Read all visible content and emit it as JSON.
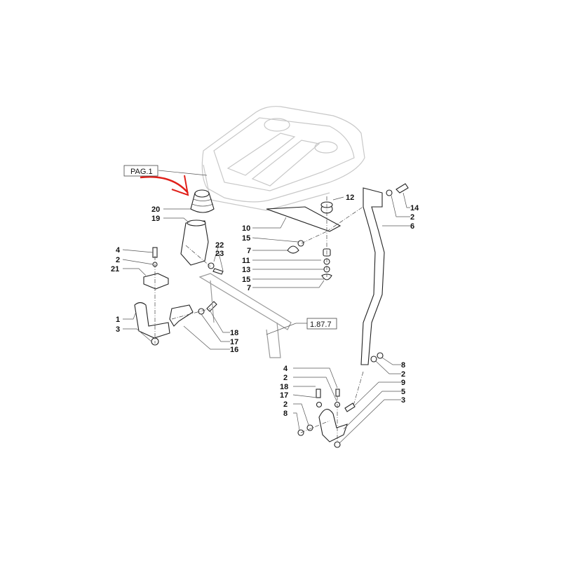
{
  "references": {
    "page_ref": "PAG.1",
    "section_ref": "1.87.7"
  },
  "callouts": {
    "c20": "20",
    "c19": "19",
    "c4a": "4",
    "c2a": "2",
    "c21": "21",
    "c1": "1",
    "c3a": "3",
    "c22": "22",
    "c23": "23",
    "c18a": "18",
    "c17a": "17",
    "c16": "16",
    "c10": "10",
    "c15a": "15",
    "c7a": "7",
    "c11": "11",
    "c13": "13",
    "c15b": "15",
    "c7b": "7",
    "c12": "12",
    "c14": "14",
    "c2b": "2",
    "c6": "6",
    "c8a": "8",
    "c2c": "2",
    "c9": "9",
    "c5": "5",
    "c3b": "3",
    "c4b": "4",
    "c2d": "2",
    "c18b": "18",
    "c17b": "17",
    "c2e": "2",
    "c8b": "8"
  },
  "colors": {
    "arrow": "#e0201a",
    "line": "#222222",
    "ghost": "#c8c8c8"
  }
}
